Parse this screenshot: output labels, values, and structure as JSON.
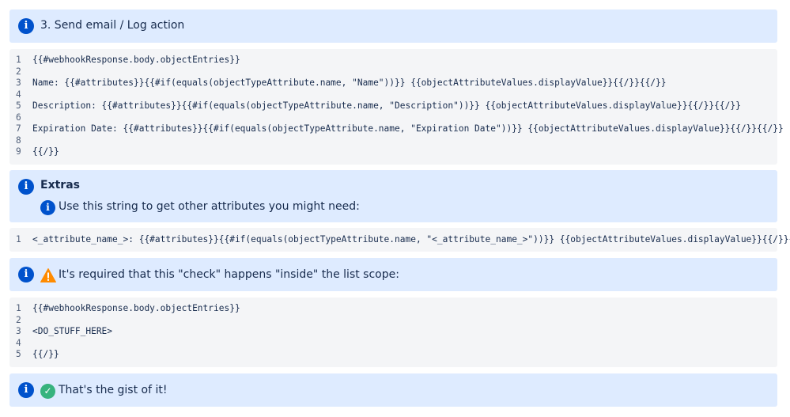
{
  "section1": {
    "title": "3. Send email / Log action"
  },
  "code1": {
    "lines": [
      {
        "num": "1",
        "text": "{{#webhookResponse.body.objectEntries}}"
      },
      {
        "num": "2",
        "text": ""
      },
      {
        "num": "3",
        "text": "Name: {{#attributes}}{{#if(equals(objectTypeAttribute.name, \"Name\"))}} {{objectAttributeValues.displayValue}}{{/}}{{/}}"
      },
      {
        "num": "4",
        "text": ""
      },
      {
        "num": "5",
        "text": "Description: {{#attributes}}{{#if(equals(objectTypeAttribute.name, \"Description\"))}} {{objectAttributeValues.displayValue}}{{/}}{{/}}"
      },
      {
        "num": "6",
        "text": ""
      },
      {
        "num": "7",
        "text": "Expiration Date: {{#attributes}}{{#if(equals(objectTypeAttribute.name, \"Expiration Date\"))}} {{objectAttributeValues.displayValue}}{{/}}{{/}}"
      },
      {
        "num": "8",
        "text": ""
      },
      {
        "num": "9",
        "text": "{{/}}"
      }
    ]
  },
  "extras": {
    "title": "Extras",
    "text": "Use this string to get other attributes you might need:"
  },
  "code2": {
    "lines": [
      {
        "num": "1",
        "text": "<_attribute_name_>: {{#attributes}}{{#if(equals(objectTypeAttribute.name, \"<_attribute_name_>\"))}} {{objectAttributeValues.displayValue}}{{/}}{{/}}"
      }
    ]
  },
  "warning": {
    "text": "It's required that this \"check\" happens \"inside\" the list scope:"
  },
  "code3": {
    "lines": [
      {
        "num": "1",
        "text": "{{#webhookResponse.body.objectEntries}}"
      },
      {
        "num": "2",
        "text": ""
      },
      {
        "num": "3",
        "text": "<DO_STUFF_HERE>"
      },
      {
        "num": "4",
        "text": ""
      },
      {
        "num": "5",
        "text": "{{/}}"
      }
    ]
  },
  "final": {
    "text": "That's the gist of it!"
  },
  "colors": {
    "panel": "#deebff",
    "info": "#0052cc",
    "code_bg": "#f4f5f7",
    "warning": "#ff8b00",
    "success": "#36b37e"
  },
  "icons": {
    "info": "info-icon",
    "warning": "warning-icon",
    "success": "check-circle-icon"
  }
}
